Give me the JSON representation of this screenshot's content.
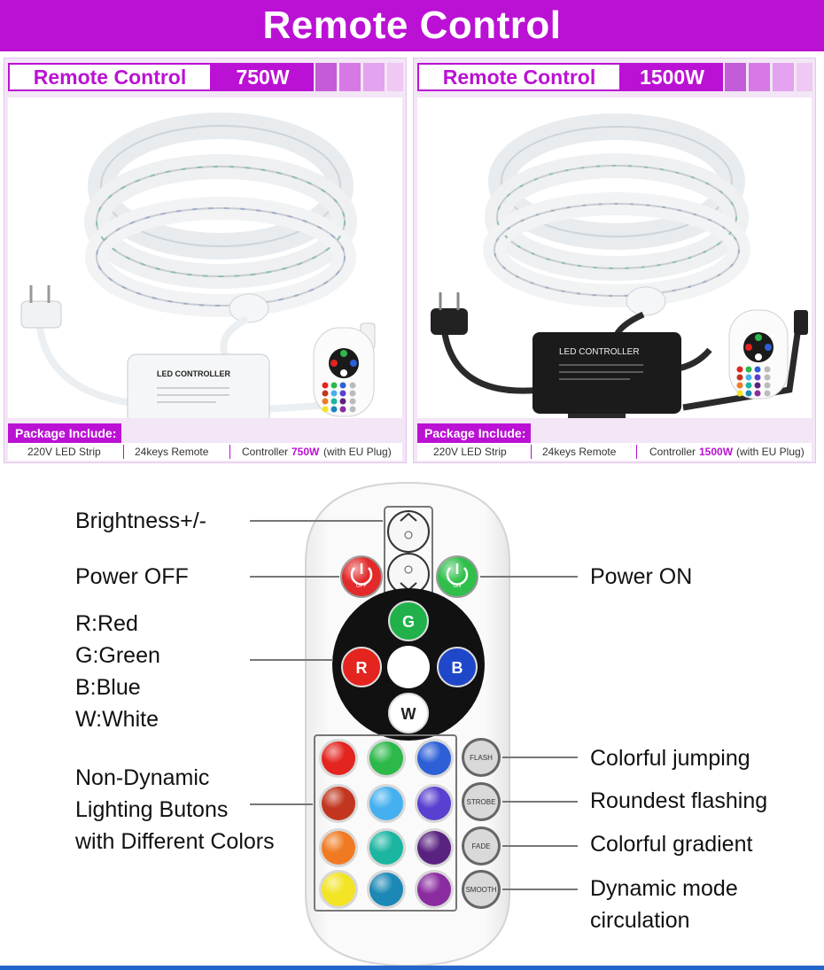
{
  "banner": {
    "title": "Remote Control"
  },
  "panels": [
    {
      "title": "Remote Control",
      "watt": "750W",
      "controller_label": "LED CONTROLLER",
      "package_label": "Package Include:",
      "items": [
        "220V  LED Strip",
        "24keys Remote",
        "Controller",
        "750W",
        "(with EU Plug)"
      ]
    },
    {
      "title": "Remote Control",
      "watt": "1500W",
      "controller_label": "LED CONTROLLER",
      "package_label": "Package Include:",
      "items": [
        "220V  LED Strip",
        "24keys Remote",
        "Controller",
        "1500W",
        "(with EU Plug)"
      ]
    }
  ],
  "remote": {
    "off_text": "OFF",
    "on_text": "ON",
    "g": "G",
    "r": "R",
    "b": "B",
    "w": "W",
    "mode_buttons": [
      "FLASH",
      "STROBE",
      "FADE",
      "SMOOTH"
    ],
    "color_buttons": [
      "#e3241f",
      "#2db84a",
      "#2d5fd6",
      "#c2361f",
      "#45b0ef",
      "#5a3fd0",
      "#f07a22",
      "#1cb6a0",
      "#5a2280",
      "#f2e424",
      "#1b88b5",
      "#8a2ca0"
    ]
  },
  "labels": {
    "brightness": "Brightness+/-",
    "power_off": "Power OFF",
    "power_on": "Power ON",
    "r": "R:Red",
    "g": "G:Green",
    "b": "B:Blue",
    "w": "W:White",
    "nd1": "Non-Dynamic",
    "nd2": "Lighting Butons",
    "nd3": "with Different Colors",
    "flash": "Colorful jumping",
    "strobe": "Roundest flashing",
    "fade": "Colorful gradient",
    "smooth1": "Dynamic mode",
    "smooth2": "circulation"
  },
  "colors": {
    "accent": "#bb11d4",
    "stripe1": "#d679e4",
    "stripe2": "#e4a3ee"
  }
}
